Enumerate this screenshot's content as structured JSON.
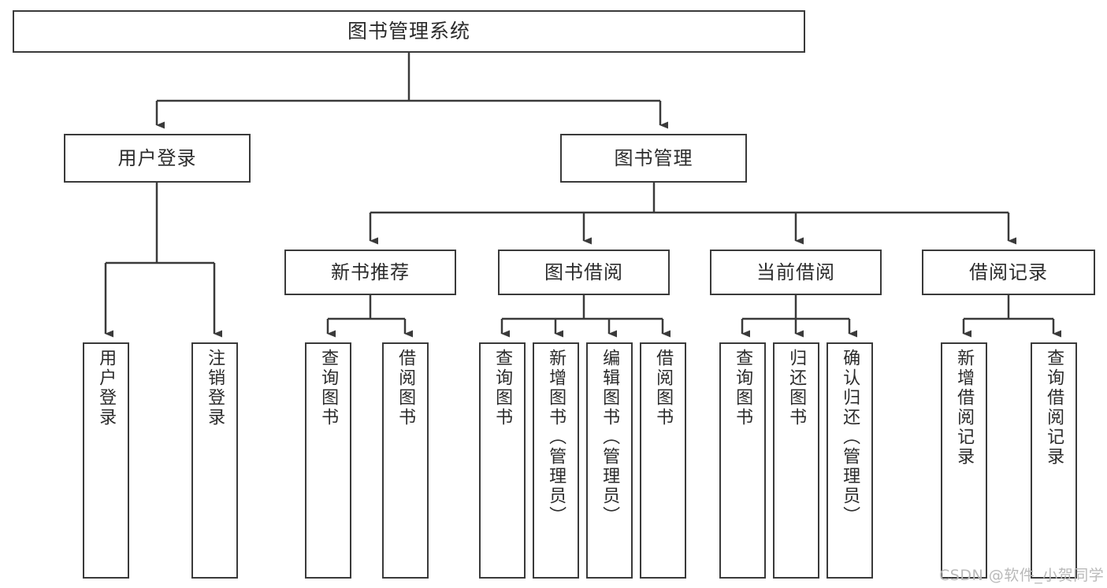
{
  "diagram": {
    "type": "tree",
    "title": "图书管理系统",
    "orientation": "top-down",
    "colors": {
      "box_border": "#3a3a3a",
      "box_fill": "#ffffff",
      "connector": "#3a3a3a",
      "text": "#2b2b2b",
      "watermark": "#b9b9b9",
      "background": "#ffffff"
    },
    "root": {
      "label": "图书管理系统"
    },
    "level2": [
      {
        "id": "user-login",
        "label": "用户登录"
      },
      {
        "id": "book-management",
        "label": "图书管理"
      }
    ],
    "level3": [
      {
        "id": "new-book-recommend",
        "label": "新书推荐"
      },
      {
        "id": "book-borrow",
        "label": "图书借阅"
      },
      {
        "id": "current-borrow",
        "label": "当前借阅"
      },
      {
        "id": "borrow-record",
        "label": "借阅记录"
      }
    ],
    "leaves": {
      "user_login": [
        {
          "id": "leaf-user-login",
          "label": "用户登录"
        },
        {
          "id": "leaf-user-logout",
          "label": "注销登录"
        }
      ],
      "new_book_recommend": [
        {
          "id": "leaf-query-book-1",
          "label": "查询图书"
        },
        {
          "id": "leaf-borrow-book-1",
          "label": "借阅图书"
        }
      ],
      "book_borrow": [
        {
          "id": "leaf-query-book-2",
          "label": "查询图书"
        },
        {
          "id": "leaf-add-book",
          "label": "新增图书（管理员）"
        },
        {
          "id": "leaf-edit-book",
          "label": "编辑图书（管理员）"
        },
        {
          "id": "leaf-borrow-book-2",
          "label": "借阅图书"
        }
      ],
      "current_borrow": [
        {
          "id": "leaf-query-book-3",
          "label": "查询图书"
        },
        {
          "id": "leaf-return-book",
          "label": "归还图书"
        },
        {
          "id": "leaf-confirm-return",
          "label": "确认归还（管理员）"
        }
      ],
      "borrow_record": [
        {
          "id": "leaf-add-record",
          "label": "新增借阅记录"
        },
        {
          "id": "leaf-query-record",
          "label": "查询借阅记录"
        }
      ]
    }
  },
  "watermark": {
    "text": "CSDN @软件_小贺同学"
  }
}
